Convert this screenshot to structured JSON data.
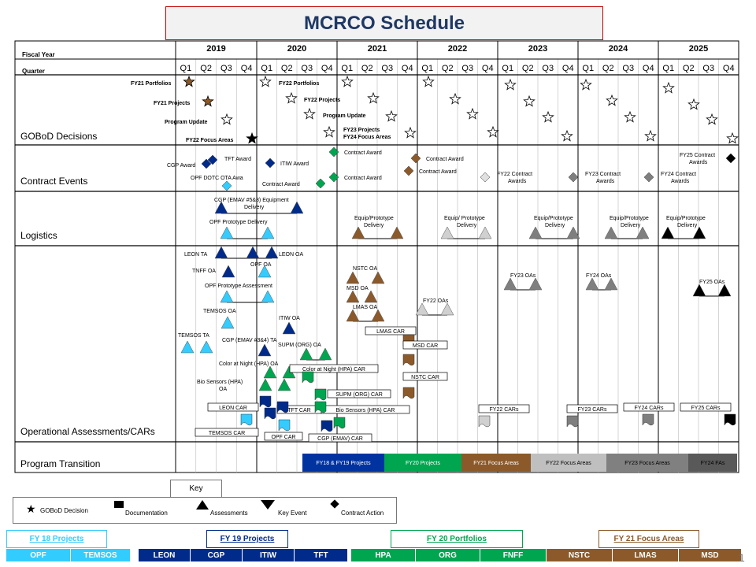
{
  "title": "MCRCO Schedule",
  "header": {
    "fiscal_year_label": "Fiscal Year",
    "quarter_label": "Quarter"
  },
  "rows": [
    "GOBoD Decisions",
    "Contract Events",
    "Logistics",
    "Operational Assessments/CARs",
    "Program Transition"
  ],
  "chart_data": {
    "type": "gantt",
    "years": [
      "2019",
      "2020",
      "2021",
      "2022",
      "2023",
      "2024",
      "2025"
    ],
    "quarters": [
      "Q1",
      "Q2",
      "Q3",
      "Q4"
    ],
    "colors": {
      "OPF": "#33ccff",
      "TEMSOS": "#33ccff",
      "FY19": "#002b8a",
      "FY20": "#00a550",
      "FY21": "#8c5a2a",
      "FY22": "#bfbfbf",
      "FY23": "#7f7f7f",
      "FY24": "#000000"
    },
    "stars": [
      {
        "row": "GOBoD Decisions",
        "year": "2019",
        "quarter": "Q1",
        "fill": "FY21"
      },
      {
        "row": "GOBoD Decisions",
        "year": "2019",
        "quarter": "Q2",
        "fill": "FY21"
      },
      {
        "row": "GOBoD Decisions",
        "year": "2019",
        "quarter": "Q3",
        "fill": "none"
      },
      {
        "row": "GOBoD Decisions",
        "year": "2019",
        "quarter": "Q4",
        "fill": "FY24"
      }
    ],
    "gobod_labels": [
      "FY21 Portfolios",
      "FY21 Projects",
      "Program Update",
      "FY22 Focus Areas",
      "FY22 Portfolios",
      "FY22 Projects",
      "Program Update",
      "FY23 Projects",
      "FY24 Focus Areas"
    ],
    "contract_labels": [
      "CGP Award",
      "TFT Award",
      "ITIW Award",
      "OPF DOTC OTA Awa",
      "Contract Award",
      "Contract Award",
      "Contract Award",
      "Contract Award",
      "Contract Award",
      "FY22 Contract Awards",
      "FY23 Contract Awards",
      "FY24 Contract Awards",
      "FY25 Contract Awards"
    ],
    "logistics_labels": [
      "CGP (EMAV #5&8)  Equipment Delivery",
      "OPF Prototype  Delivery",
      "Equip/Prototype Delivery",
      "Equip/  Prototype Delivery",
      "Equip/Prototype Delivery",
      "Equip/Prototype Delivery",
      "Equip/Prototype Delivery"
    ],
    "assessment_labels": [
      "LEON TA",
      "LEON OA",
      "OPF OA",
      "TNFF OA",
      "OPF Prototype  Assessment",
      "TEMSOS OA",
      "ITIW OA",
      "TEMSOS TA",
      "CGP (EMAV #3&4)  TA",
      "SUPM (ORG) OA",
      "Color at Night (HPA) OA",
      "Bio Sensors (HPA) OA",
      "NSTC OA",
      "MSD OA",
      "LMAS OA",
      "FY22 OAs",
      "FY23 OAs",
      "FY24 OAs",
      "FY25 OAs"
    ],
    "car_labels": [
      "LMAS CAR",
      "MSD CAR",
      "Color at Night (HPA) CAR",
      "NSTC CAR",
      "SUPM (ORG) CAR",
      "LEON CAR",
      "TFT CAR",
      "Bio Sensors (HPA) CAR",
      "FY22 CARs",
      "FY23 CARs",
      "FY24 CARs",
      "FY25 CARs",
      "TEMSOS CAR",
      "OPF CAR",
      "CGP (EMAV)  CAR"
    ],
    "transition": [
      {
        "label": "FY18 & FY19 Projects",
        "color": "#0033a0"
      },
      {
        "label": "FY20 Projects",
        "color": "#00a550"
      },
      {
        "label": "FY21 Focus Areas",
        "color": "#8c5a2a"
      },
      {
        "label": "FY22 Focus Areas",
        "color": "#bfbfbf"
      },
      {
        "label": "FY23 Focus Areas",
        "color": "#808080"
      },
      {
        "label": "FY24 FAs",
        "color": "#595959"
      }
    ]
  },
  "key": {
    "title": "Key",
    "items": [
      "GOBoD Decision",
      "Documentation",
      "Assessments",
      "Key Event",
      "Contract Action"
    ]
  },
  "legend": {
    "groups": [
      {
        "title": "FY 18 Projects",
        "color": "#33ccff",
        "cells": [
          "OPF",
          "TEMSOS"
        ]
      },
      {
        "title": "FY 19 Projects",
        "color": "#002b8a",
        "cells": [
          "LEON",
          "CGP",
          "ITIW",
          "TFT"
        ]
      },
      {
        "title": "FY 20 Portfolios",
        "color": "#00a550",
        "cells": [
          "HPA",
          "ORG",
          "FNFF"
        ]
      },
      {
        "title": "FY 21 Focus Areas",
        "color": "#8c5a2a",
        "cells": [
          "NSTC",
          "LMAS",
          "MSD"
        ]
      }
    ]
  },
  "page_number": "1"
}
